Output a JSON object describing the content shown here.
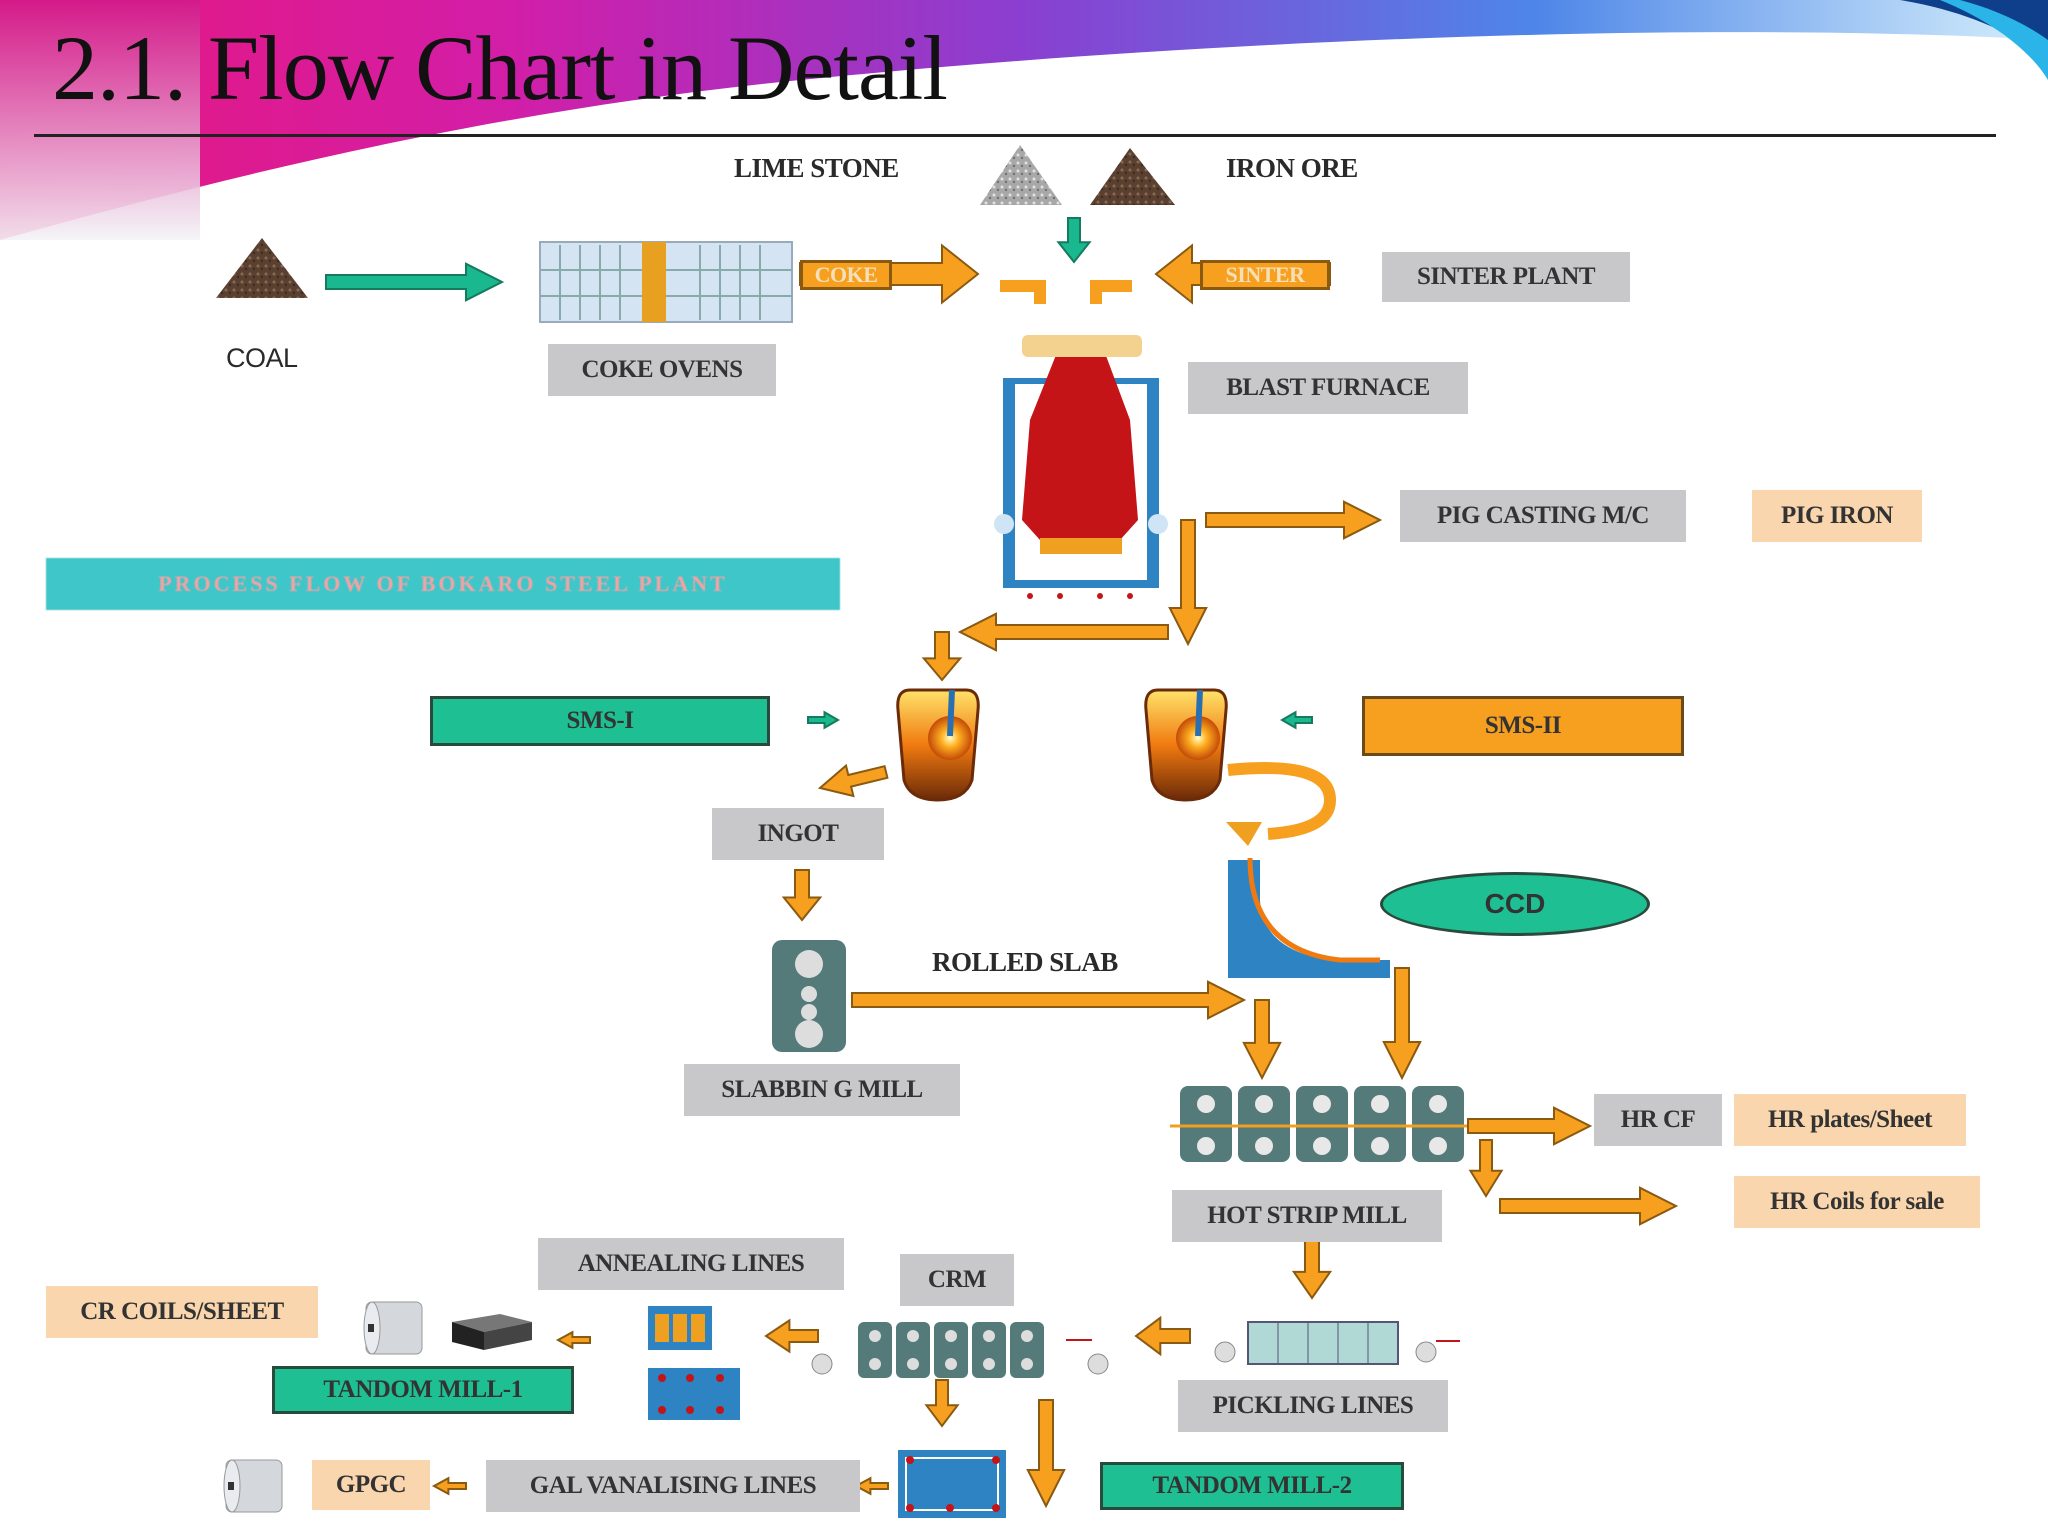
{
  "title": "2.1. Flow Chart in Detail",
  "banner": "PROCESS FLOW OF BOKARO STEEL PLANT",
  "labels": {
    "lime_stone": "LIME STONE",
    "iron_ore": "IRON ORE",
    "coke": "COKE",
    "sinter": "SINTER",
    "sinter_plant": "SINTER PLANT",
    "coal": "COAL",
    "coke_ovens": "COKE OVENS",
    "blast_furnace": "BLAST FURNACE",
    "pig_casting": "PIG CASTING M/C",
    "pig_iron": "PIG IRON",
    "sms1": "SMS-I",
    "sms2": "SMS-II",
    "ingot": "INGOT",
    "ccd": "CCD",
    "rolled_slab": "ROLLED SLAB",
    "slabbing_mill": "SLABBIN G MILL",
    "hrcf": "HR CF",
    "hr_plates": "HR plates/Sheet",
    "hr_coils": "HR Coils for sale",
    "hot_strip_mill": "HOT STRIP MILL",
    "annealing": "ANNEALING LINES",
    "crm": "CRM",
    "cr_coils": "CR COILS/SHEET",
    "tandem1": "TANDOM MILL-1",
    "pickling": "PICKLING LINES",
    "gpgc": "GPGC",
    "galvanising": "GAL VANALISING LINES",
    "tandem2": "TANDOM MILL-2"
  },
  "colors": {
    "arrow_green": "#1ab88f",
    "arrow_orange": "#f7a020",
    "box_grey": "#c8c8cb",
    "box_peach": "#fad6ae",
    "box_green": "#1dbf93",
    "box_orange": "#f7a020",
    "banner_teal": "#3fc6c9"
  }
}
